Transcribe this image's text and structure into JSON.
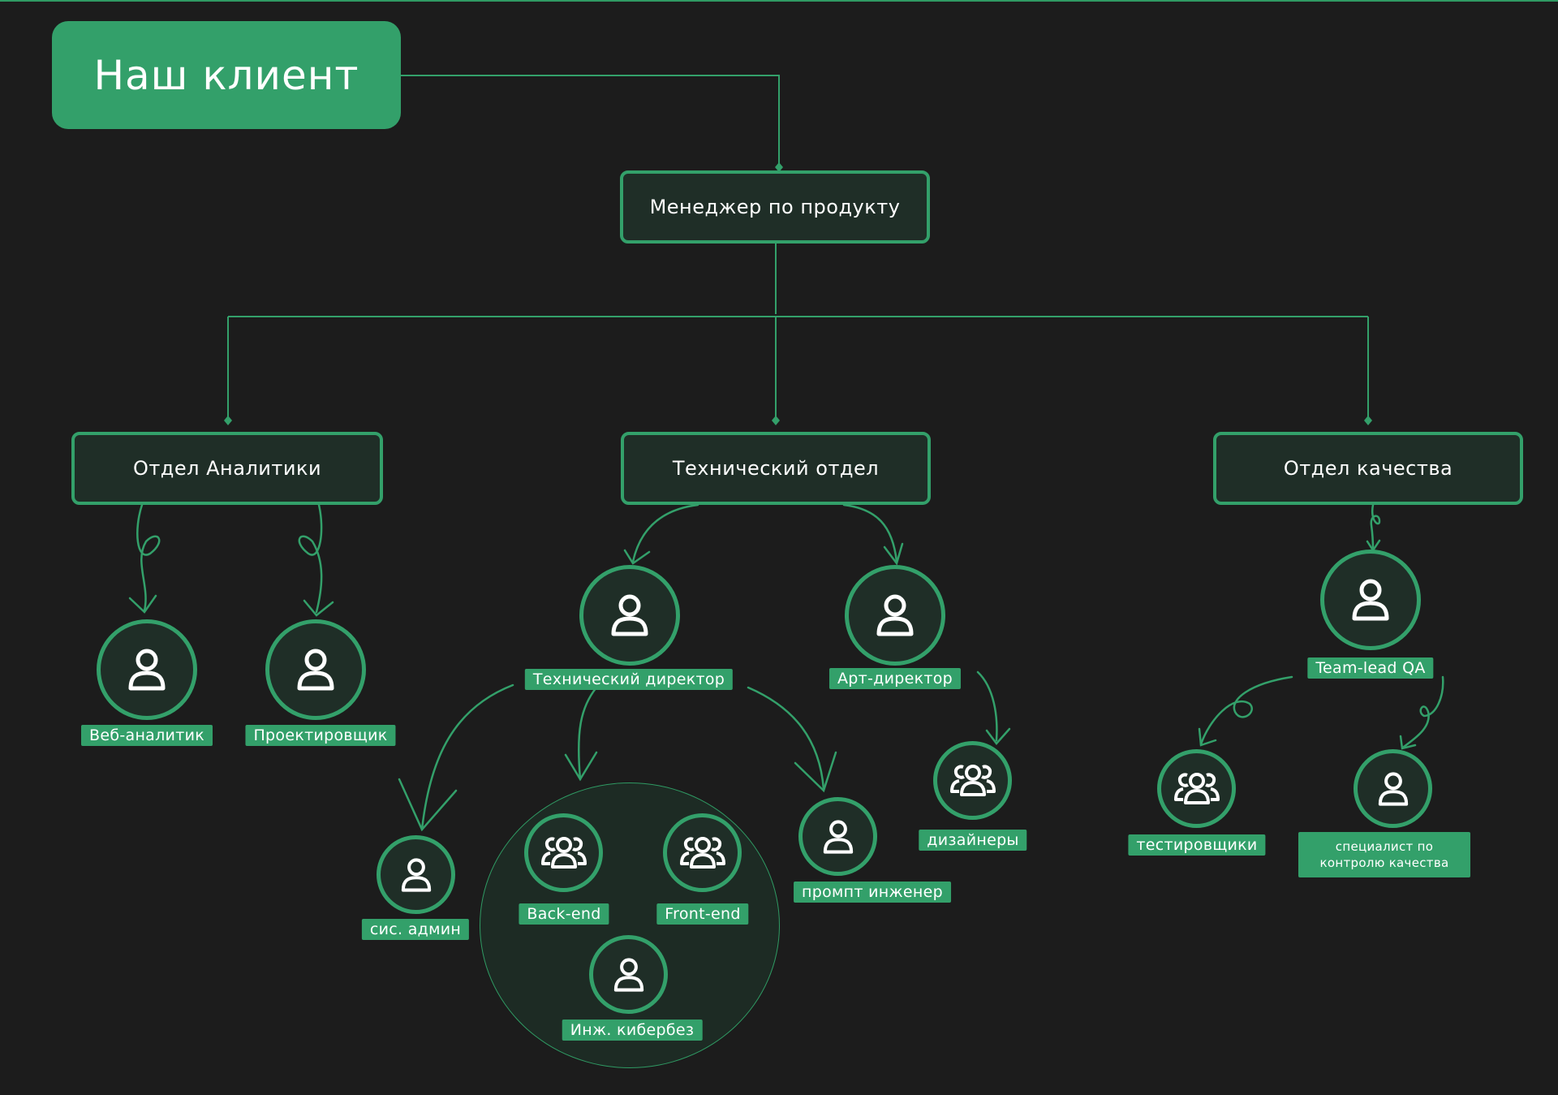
{
  "title": "Наш клиент",
  "manager": "Менеджер по продукту",
  "departments": {
    "analytics": "Отдел Аналитики",
    "technical": "Технический отдел",
    "quality": "Отдел качества"
  },
  "roles": {
    "web_analyst": "Веб-аналитик",
    "designer_pro": "Проектировщик",
    "tech_director": "Технический директор",
    "art_director": "Арт-директор",
    "designers": "дизайнеры",
    "sysadmin": "сис. админ",
    "backend": "Back-end",
    "frontend": "Front-end",
    "cybersec": "Инж. кибербез",
    "prompt_engineer": "промпт инженер",
    "teamlead_qa": "Team-lead QA",
    "testers": "тестировщики",
    "qc_specialist": "специалист по контролю качества"
  },
  "colors": {
    "background": "#1c1c1c",
    "accent": "#33a06a",
    "node_fill": "#1f2e27",
    "text": "#ffffff"
  },
  "icons": {
    "person": "person-icon",
    "group": "group-icon"
  }
}
